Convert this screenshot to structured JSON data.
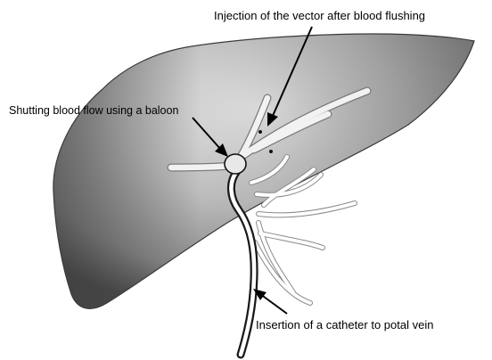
{
  "labels": {
    "injection": "Injection of the vector after blood flushing",
    "shutting": "Shutting blood flow using a baloon",
    "insertion": "Insertion of a catheter to potal vein"
  }
}
